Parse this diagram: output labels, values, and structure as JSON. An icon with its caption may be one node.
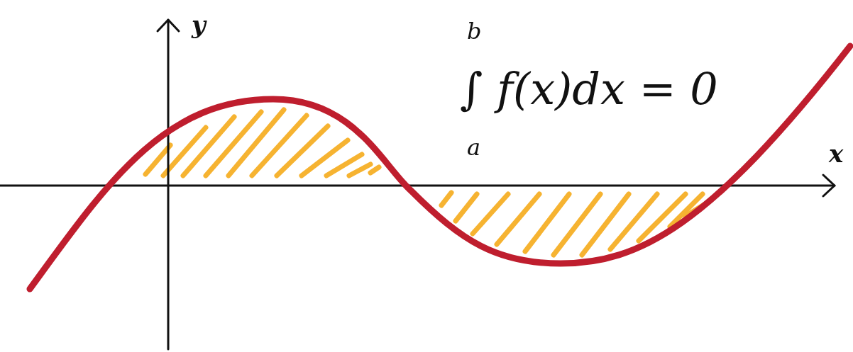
{
  "diagram": {
    "labels": [
      "y",
      "b",
      "∫ f(x)dx = 0",
      "a",
      "x"
    ]
  }
}
